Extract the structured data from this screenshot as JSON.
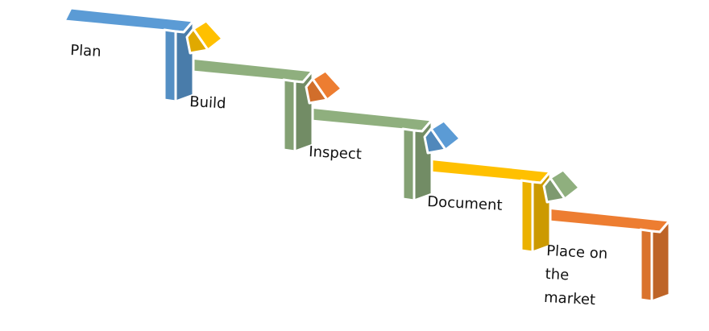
{
  "steps": [
    {
      "label": "Plan",
      "color": "#5b9bd5"
    },
    {
      "label": "Build",
      "color": "#8faf7e"
    },
    {
      "label": "Inspect",
      "color": "#8faf7e"
    },
    {
      "label": "Document",
      "color": "#ffc000"
    },
    {
      "label": "Place on the market",
      "color": "#ed7d31"
    }
  ],
  "connectors": [
    {
      "color": "#ffc000"
    },
    {
      "color": "#ed7d31"
    },
    {
      "color": "#5b9bd5"
    },
    {
      "color": "#8faf7e"
    }
  ]
}
